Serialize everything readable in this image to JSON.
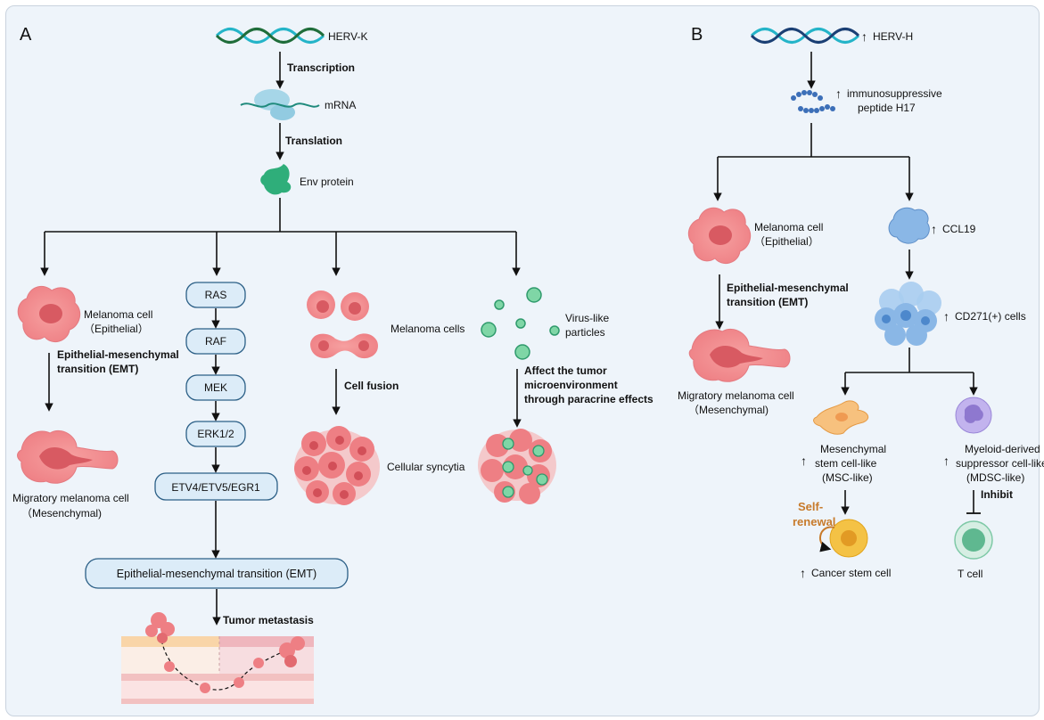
{
  "panel_a": {
    "letter": "A",
    "gene": "HERV-K",
    "step_transcription": "Transcription",
    "mrna": "mRNA",
    "step_translation": "Translation",
    "protein": "Env protein",
    "branch1": {
      "cell_label_1": "Melanoma cell",
      "cell_label_2": "（Epithelial）",
      "emt_1": "Epithelial-mesenchymal",
      "emt_2": "transition (EMT)",
      "result_1": "Migratory melanoma cell",
      "result_2": "（Mesenchymal)"
    },
    "pathway": [
      "RAS",
      "RAF",
      "MEK",
      "ERK1/2",
      "ETV4/ETV5/EGR1"
    ],
    "emt_box": "Epithelial-mesenchymal transition (EMT)",
    "metastasis": "Tumor metastasis",
    "branch3": {
      "cells": "Melanoma cells",
      "fusion": "Cell fusion",
      "syncytia": "Cellular syncytia"
    },
    "branch4": {
      "vlp_1": "Virus-like",
      "vlp_2": "particles",
      "effect_1": "Affect the tumor",
      "effect_2": "microenvironment",
      "effect_3": "through paracrine effects"
    }
  },
  "panel_b": {
    "letter": "B",
    "gene": "HERV-H",
    "peptide_1": "immunosuppressive",
    "peptide_2": "peptide H17",
    "left": {
      "cell_label_1": "Melanoma cell",
      "cell_label_2": "（Epithelial）",
      "emt_1": "Epithelial-mesenchymal",
      "emt_2": "transition (EMT)",
      "result_1": "Migratory melanoma cell",
      "result_2": "（Mesenchymal)"
    },
    "ccl19": "CCL19",
    "cd271": "CD271(+) cells",
    "msc_1": "Mesenchymal",
    "msc_2": "stem cell-like",
    "msc_3": "(MSC-like)",
    "mdsc_1": "Myeloid-derived",
    "mdsc_2": "suppressor cell-like",
    "mdsc_3": "(MDSC-like)",
    "self_1": "Self-",
    "self_2": "renewal",
    "csc": "Cancer stem cell",
    "inhibit": "Inhibit",
    "tcell": "T cell",
    "up_arrow": "↑"
  },
  "colors": {
    "cell_fill": "#f08a8a",
    "cell_nucleus": "#d95b62",
    "box_fill": "#dcecf8",
    "box_stroke": "#2b5f86",
    "green": "#3dbd8c",
    "virus": "#6ccf9d",
    "blue_cell": "#8ab7e6",
    "purple": "#b6a6e6",
    "yellow": "#f3b431",
    "self_renewal": "#c77a2a",
    "tcell": "#7fc9a7"
  }
}
